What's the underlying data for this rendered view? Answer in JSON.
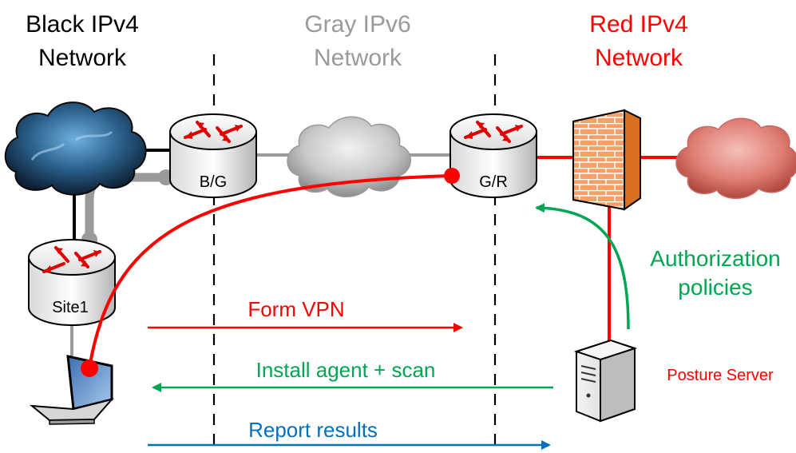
{
  "colors": {
    "black_net": "#000000",
    "gray_net": "#9a9a9a",
    "red_net": "#ff0000",
    "green": "#00a651",
    "blue": "#0070c0",
    "gray_link": "#a0a0a0"
  },
  "networks": {
    "black": {
      "line1": "Black IPv4",
      "line2": "Network"
    },
    "gray": {
      "line1": "Gray IPv6",
      "line2": "Network"
    },
    "red": {
      "line1": "Red IPv4",
      "line2": "Network"
    }
  },
  "routers": {
    "bg": "B/G",
    "gr": "G/R",
    "site1": "Site1"
  },
  "arrows": {
    "form_vpn": "Form VPN",
    "install_agent": "Install agent + scan",
    "report_results": "Report results"
  },
  "authorization": {
    "line1": "Authorization",
    "line2": "policies"
  },
  "posture_server": "Posture Server",
  "icons": {
    "clouds": [
      "cloud-icon-black",
      "cloud-icon-gray",
      "cloud-icon-red"
    ],
    "routers": [
      "router-icon"
    ],
    "firewall": "firewall-icon",
    "server": "server-icon",
    "laptop": "laptop-icon"
  }
}
